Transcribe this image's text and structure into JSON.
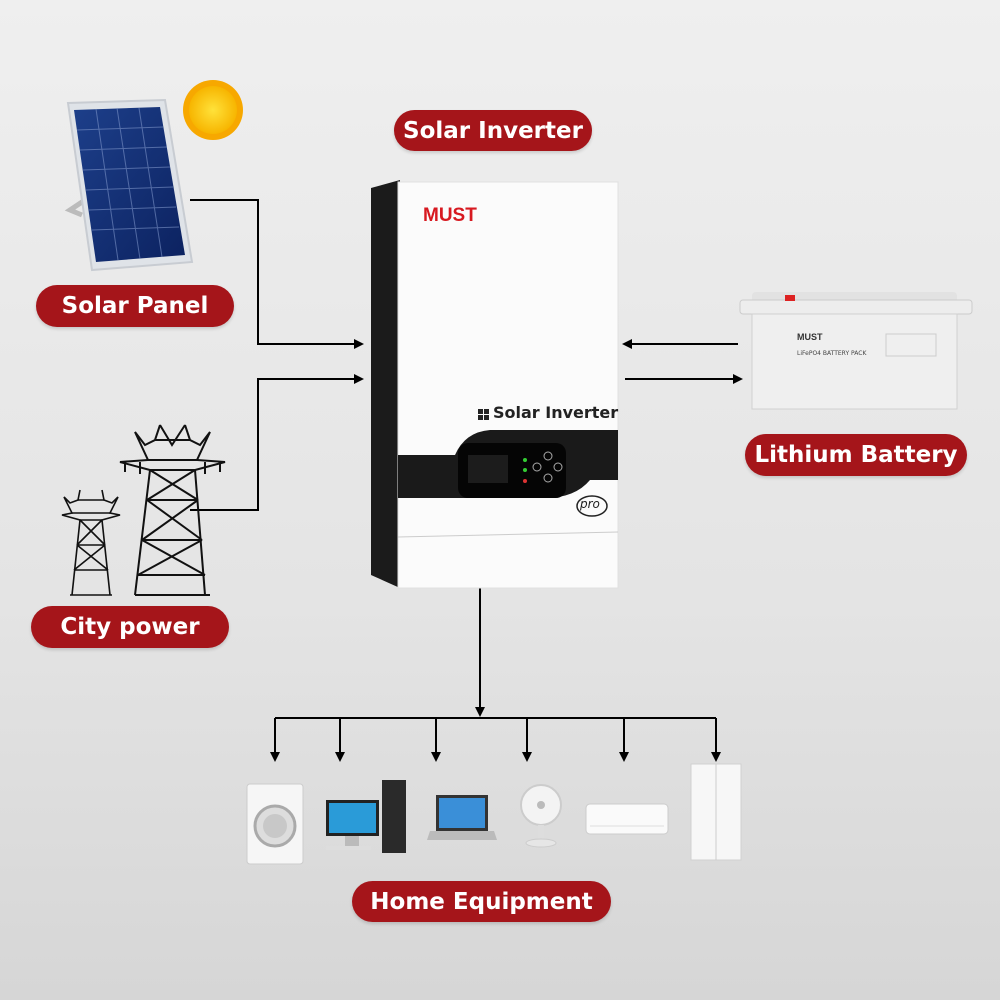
{
  "labels": {
    "solar_inverter": "Solar Inverter",
    "solar_panel": "Solar Panel",
    "city_power": "City power",
    "lithium_battery": "Lithium Battery",
    "home_equipment": "Home Equipment"
  },
  "inverter": {
    "brand": "MUST",
    "model_text": "Solar Inverter",
    "badge": "pro"
  },
  "battery": {
    "brand": "MUST",
    "title": "LiFePO4 BATTERY PACK"
  },
  "colors": {
    "label_bg": "#a5151a",
    "label_text": "#ffffff",
    "connector": "#000000"
  },
  "appliances": [
    "washing-machine",
    "desktop-computer",
    "laptop",
    "fan",
    "air-conditioner",
    "refrigerator"
  ]
}
